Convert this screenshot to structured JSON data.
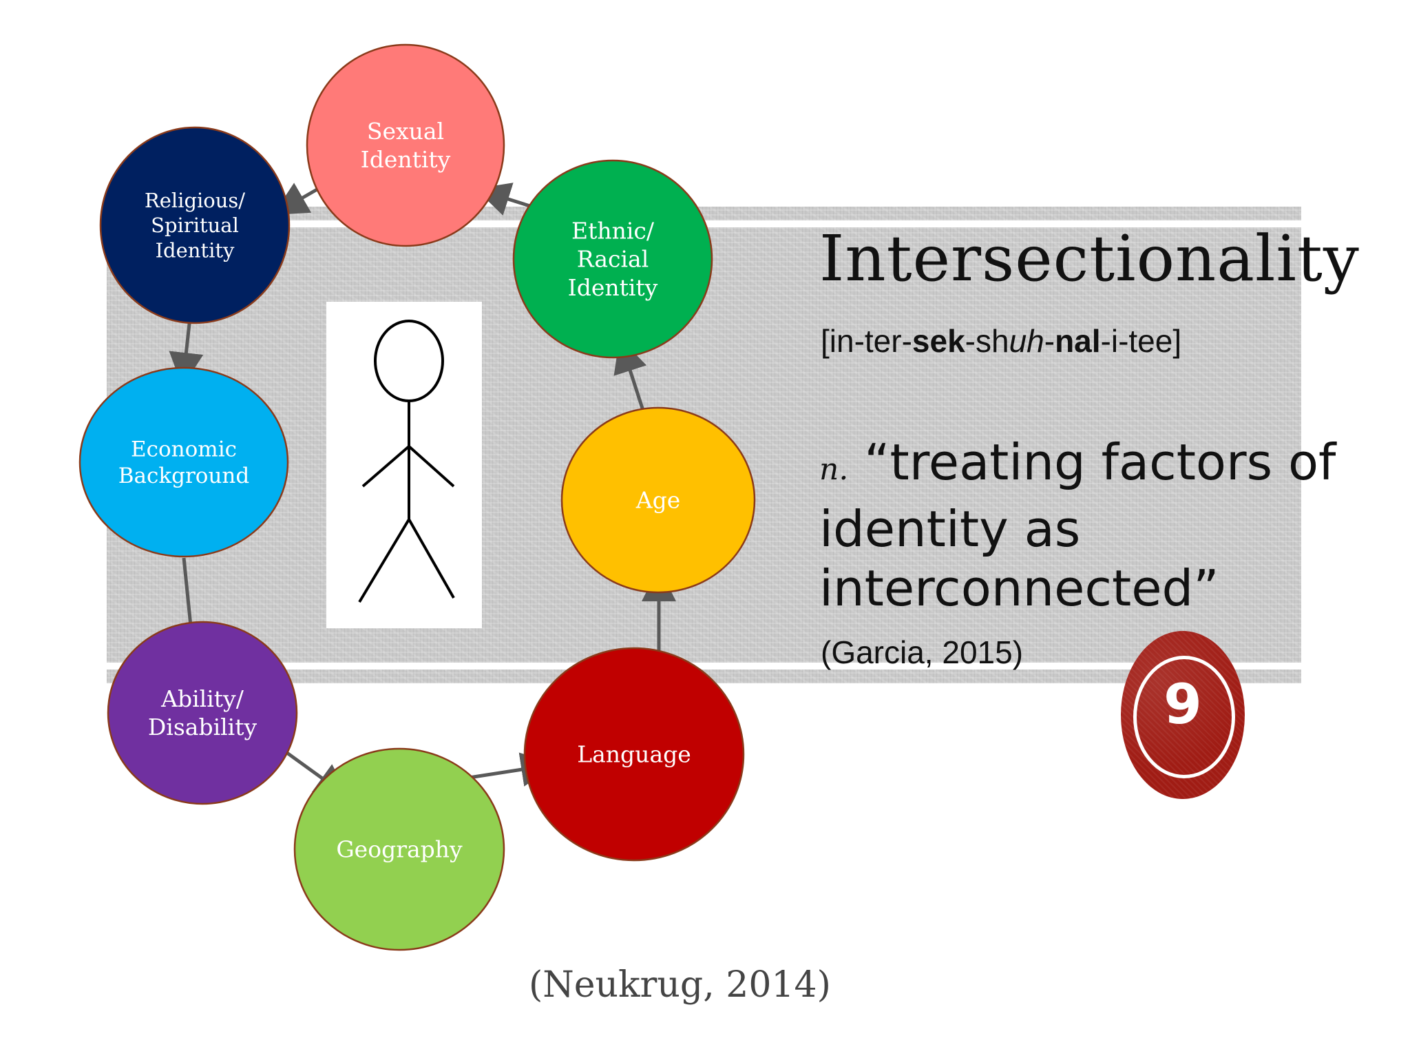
{
  "slide": {
    "title": "Intersectionality",
    "pronunciation": {
      "open": "[in-ter-",
      "bold1": "sek",
      "mid1": "-sh",
      "italic": "uh",
      "mid2": "-",
      "bold2": "nal",
      "close": "-i-tee]"
    },
    "definition": {
      "pos": "n.",
      "quote_line1": " “treating factors of",
      "quote_line2": "identity as",
      "quote_line3": "interconnected”"
    },
    "citation_definition": "(Garcia, 2015)",
    "citation_diagram": "(Neukrug, 2014)",
    "slide_number": "9"
  },
  "diagram": {
    "nodes": [
      {
        "id": "sexual",
        "lines": [
          "Sexual",
          "Identity"
        ],
        "color": "#ff7a78"
      },
      {
        "id": "religious",
        "lines": [
          "Religious/",
          "Spiritual",
          "Identity"
        ],
        "color": "#002060"
      },
      {
        "id": "economic",
        "lines": [
          "Economic",
          "Background"
        ],
        "color": "#00b0f0"
      },
      {
        "id": "ability",
        "lines": [
          "Ability/",
          "Disability"
        ],
        "color": "#7030a0"
      },
      {
        "id": "geography",
        "lines": [
          "Geography"
        ],
        "color": "#92d050"
      },
      {
        "id": "language",
        "lines": [
          "Language"
        ],
        "color": "#c00000"
      },
      {
        "id": "age",
        "lines": [
          "Age"
        ],
        "color": "#ffc000"
      },
      {
        "id": "ethnic",
        "lines": [
          "Ethnic/",
          "Racial",
          "Identity"
        ],
        "color": "#00b050"
      }
    ],
    "edges": [
      {
        "from": "sexual",
        "to": "religious"
      },
      {
        "from": "religious",
        "to": "economic"
      },
      {
        "from": "economic",
        "to": "ability"
      },
      {
        "from": "ability",
        "to": "geography"
      },
      {
        "from": "geography",
        "to": "language"
      },
      {
        "from": "language",
        "to": "age"
      },
      {
        "from": "age",
        "to": "ethnic"
      },
      {
        "from": "ethnic",
        "to": "sexual"
      }
    ]
  }
}
